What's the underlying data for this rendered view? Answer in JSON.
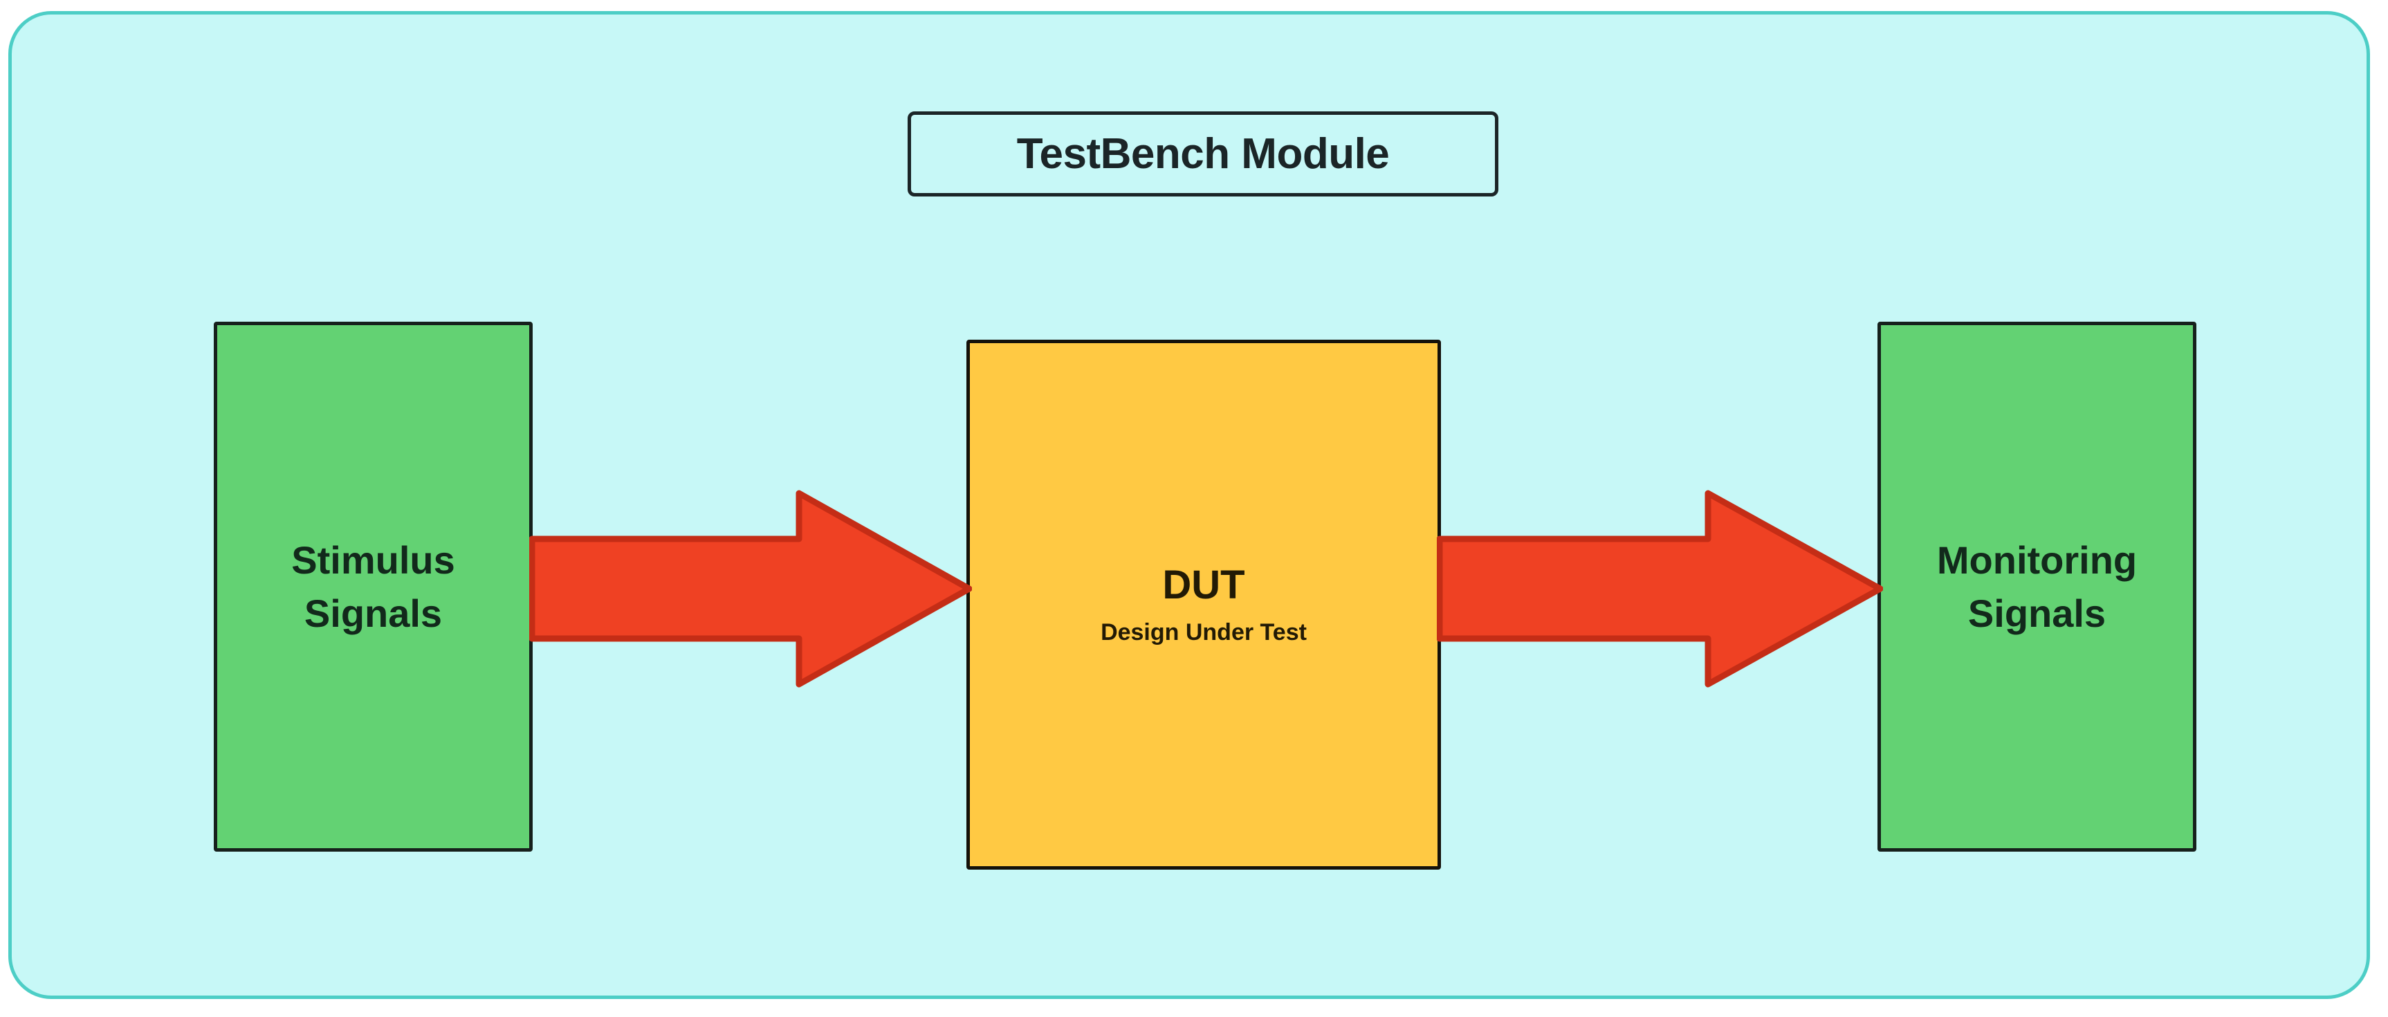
{
  "diagram": {
    "title_box": {
      "label": "TestBench Module"
    },
    "nodes": [
      {
        "id": "stimulus",
        "lines": [
          "Stimulus",
          "Signals"
        ],
        "fill": "#63D273",
        "stroke": "#16201C"
      },
      {
        "id": "dut",
        "title": "DUT",
        "subtitle": "Design Under Test",
        "fill": "#FFC943",
        "stroke": "#14110A"
      },
      {
        "id": "monitoring",
        "lines": [
          "Monitoring",
          "Signals"
        ],
        "fill": "#63D273",
        "stroke": "#16201C"
      }
    ],
    "arrows": [
      {
        "id": "stimulus-to-dut",
        "from": "stimulus",
        "to": "dut",
        "direction": "right",
        "fill": "#EF4123",
        "stroke": "#C42D16"
      },
      {
        "id": "dut-to-monitoring",
        "from": "dut",
        "to": "monitoring",
        "direction": "right",
        "fill": "#EF4123",
        "stroke": "#C42D16"
      }
    ],
    "colors": {
      "container_fill": "#C7F8F7",
      "container_border": "#4DCEC6",
      "node_green": "#63D273",
      "node_yellow": "#FFC943",
      "arrow_red": "#EF4123",
      "arrow_red_stroke": "#C42D16",
      "text_dark": "#12291B"
    }
  }
}
